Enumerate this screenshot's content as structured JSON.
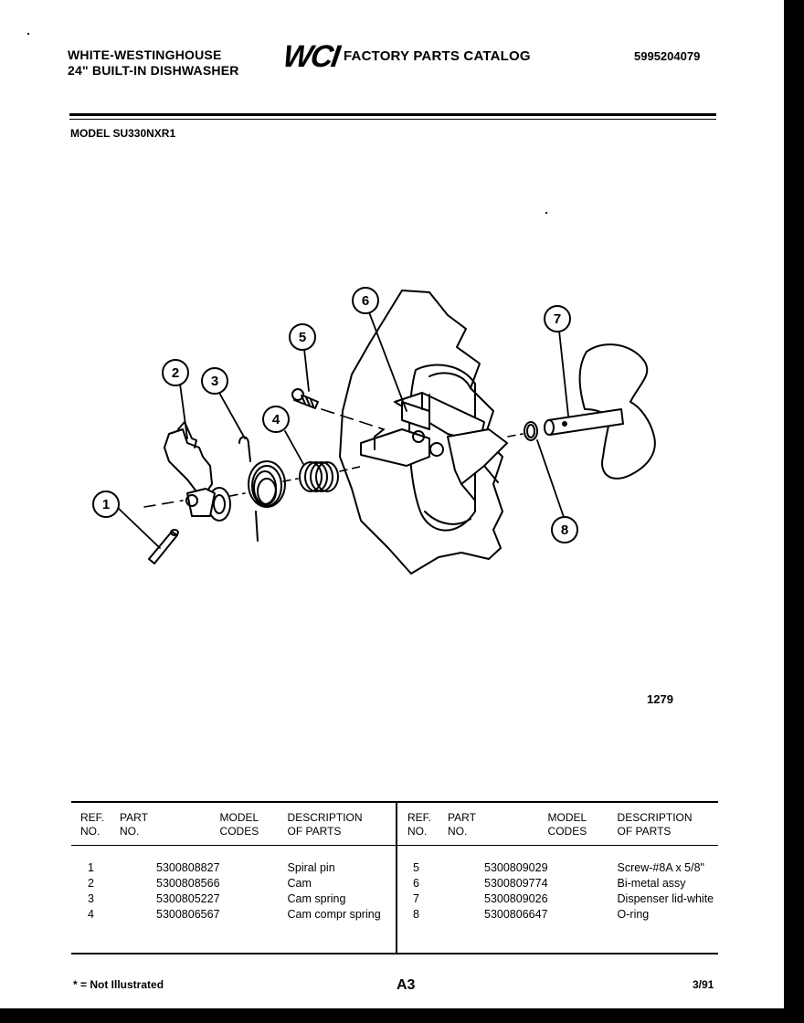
{
  "header": {
    "brand_line1": "WHITE-WESTINGHOUSE",
    "brand_line2": "24\" BUILT-IN DISHWASHER",
    "logo_text": "WCI",
    "catalog_title": "FACTORY PARTS CATALOG",
    "catalog_number": "5995204079"
  },
  "model": "MODEL SU330NXR1",
  "diagram": {
    "callouts": [
      "1",
      "2",
      "3",
      "4",
      "5",
      "6",
      "7",
      "8"
    ],
    "figure_number": "1279"
  },
  "parts_table": {
    "headers": {
      "ref": [
        "REF.",
        "NO."
      ],
      "part": [
        "PART",
        "NO."
      ],
      "codes": [
        "MODEL",
        "CODES"
      ],
      "desc": [
        "DESCRIPTION",
        "OF PARTS"
      ]
    },
    "left": [
      {
        "ref": "1",
        "part": "5300808827",
        "codes": "",
        "desc": "Spiral pin"
      },
      {
        "ref": "2",
        "part": "5300808566",
        "codes": "",
        "desc": "Cam"
      },
      {
        "ref": "3",
        "part": "5300805227",
        "codes": "",
        "desc": "Cam spring"
      },
      {
        "ref": "4",
        "part": "5300806567",
        "codes": "",
        "desc": "Cam compr spring"
      }
    ],
    "right": [
      {
        "ref": "5",
        "part": "5300809029",
        "codes": "",
        "desc": "Screw-#8A x 5/8\""
      },
      {
        "ref": "6",
        "part": "5300809774",
        "codes": "",
        "desc": "Bi-metal assy"
      },
      {
        "ref": "7",
        "part": "5300809026",
        "codes": "",
        "desc": "Dispenser lid-white"
      },
      {
        "ref": "8",
        "part": "5300806647",
        "codes": "",
        "desc": "O-ring"
      }
    ]
  },
  "footer": {
    "note": "* = Not Illustrated",
    "page": "A3",
    "date": "3/91"
  }
}
